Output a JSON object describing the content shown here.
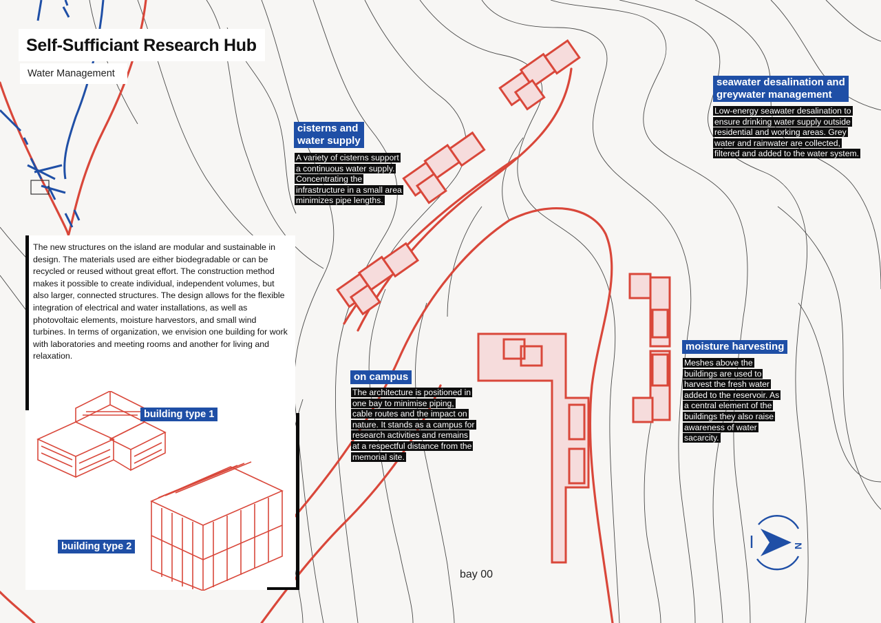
{
  "header": {
    "title": "Self-Sufficiant Research Hub",
    "subtitle": "Water Management"
  },
  "description": "The new structures on the island are modular and sustainable in design. The materials used are either biodegradable or can be recycled or reused without great effort. The construction method makes it possible to create individual, independent volumes, but also larger, connected structures. The design allows for the flexible integration of electrical and water installations, as well as photovoltaic elements, moisture harvestors, and small wind turbines. In terms of organization, we envision one building for work with laboratories and meeting rooms and another for living and relaxation.",
  "building_types": {
    "type1": "building type 1",
    "type2": "building type 2"
  },
  "annotations": {
    "cisterns": {
      "title_line1": "cisterns and",
      "title_line2": "water supply",
      "body": "A variety of cisterns support a continuous water supply. Concentrating the infrastructure in a small area minimizes pipe lengths."
    },
    "seawater": {
      "title_line1": "seawater desalination and",
      "title_line2": "greywater management",
      "body": "Low-energy seawater desalination to ensure drinking water supply outside residential and working areas. Grey water and rainwater are collected, filtered and added to the water system."
    },
    "campus": {
      "title": "on campus",
      "body": "The architecture is positioned in one bay to minimise piping, cable routes and the impact on nature. It stands as a campus for research activities and remains at a respectful distance from the memorial site."
    },
    "moisture": {
      "title": "moisture harvesting",
      "body": "Meshes above the buildings are used to harvest the fresh water added to the reservoir. As a central element of the buildings they also raise awareness of water sacarcity."
    }
  },
  "map": {
    "bay_label": "bay 00",
    "compass_letter": "N"
  },
  "colors": {
    "accent_blue": "#1f4fa6",
    "building_red": "#d9473a",
    "building_fill": "#f6dcdc",
    "contour": "#2a2a2a"
  }
}
